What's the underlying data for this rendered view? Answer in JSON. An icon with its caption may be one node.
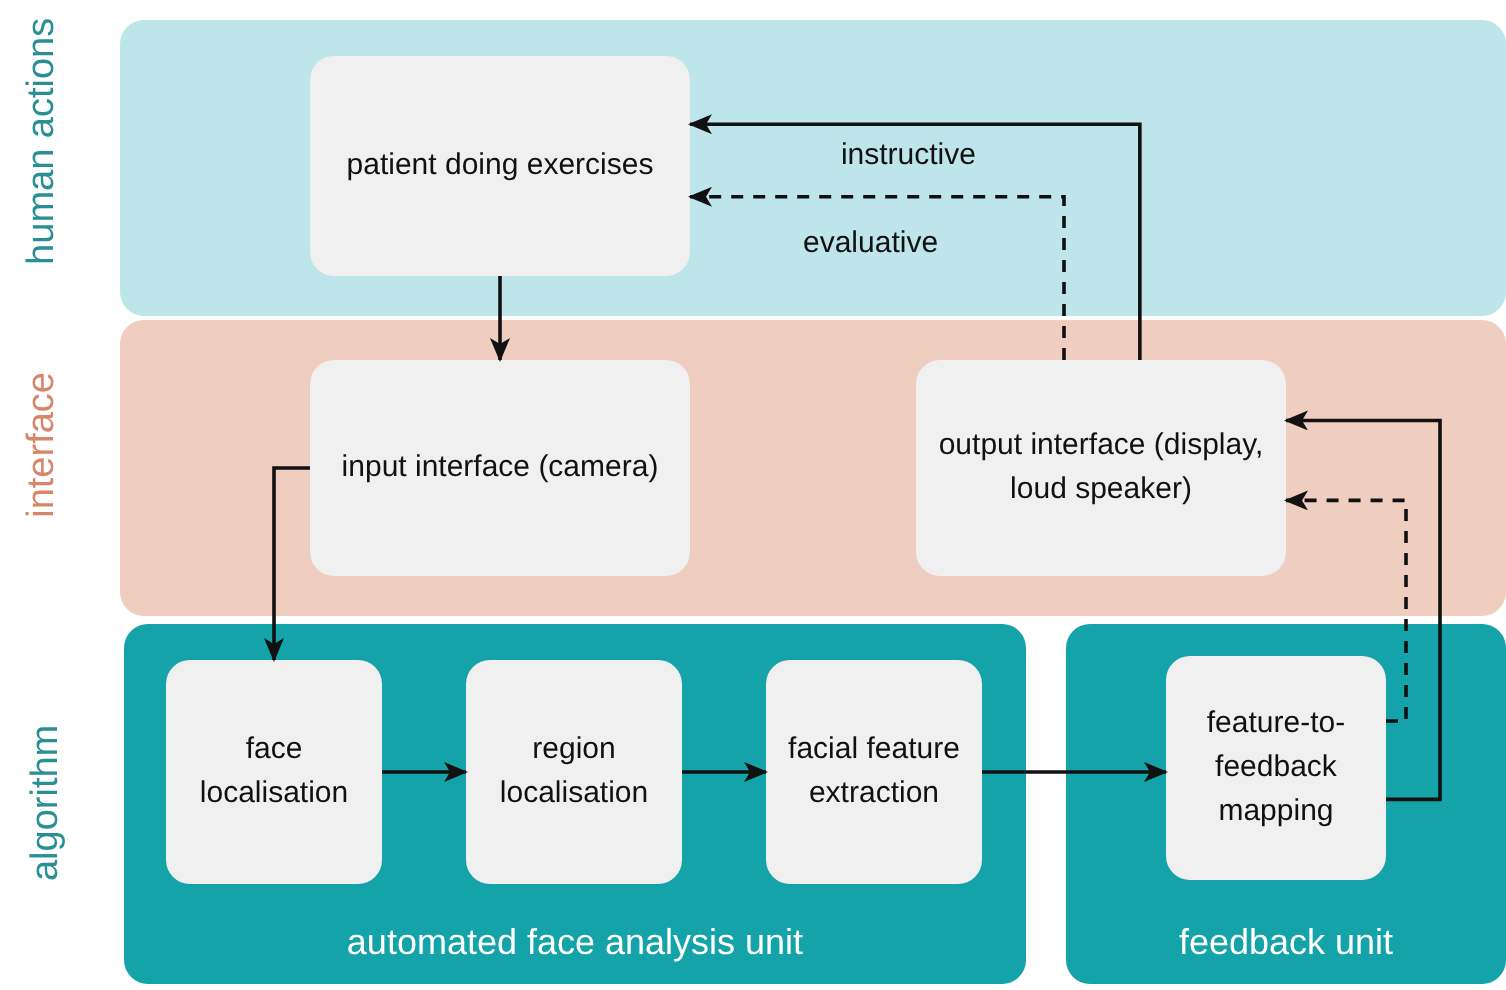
{
  "diagram": {
    "nodes": [
      {
        "text": [
          "human actions"
        ]
      },
      {
        "text": [
          "patient doing exercises"
        ],
        "in": 0
      },
      {
        "text": [
          "interface"
        ]
      },
      {
        "text": [
          "input interface (camera)"
        ],
        "in": 2
      },
      {
        "text": [
          "output interface (display, loud speaker)"
        ],
        "in": 2
      },
      {
        "text": [
          "automated face analysis unit"
        ]
      },
      {
        "text": [
          "face localisation"
        ],
        "in": 5
      },
      {
        "text": [
          "region localisation"
        ],
        "in": 5
      },
      {
        "text": [
          "facial feature extraction"
        ],
        "in": 5
      },
      {
        "text": [
          "feedback unit"
        ]
      },
      {
        "text": [
          "feature-to-feedback mapping"
        ],
        "in": 9
      }
    ],
    "edges": [
      {
        "from": 1,
        "to": 3,
        "arrow": "to"
      },
      {
        "from": 3,
        "to": 6,
        "arrow": "to"
      },
      {
        "from": 6,
        "to": 7,
        "arrow": "to"
      },
      {
        "from": 7,
        "to": 8,
        "arrow": "to"
      },
      {
        "from": 8,
        "to": 10,
        "arrow": "to"
      },
      {
        "from": 10,
        "to": 4,
        "arrow": "to"
      },
      {
        "from": 10,
        "to": 4,
        "arrow": "to",
        "style": "dashed"
      },
      {
        "from": 4,
        "to": 1,
        "arrow": "to",
        "label": "instructive"
      },
      {
        "from": 4,
        "to": 1,
        "arrow": "to",
        "label": "evaluative",
        "style": "dashed"
      }
    ],
    "labels": [
      "algorithm"
    ]
  }
}
